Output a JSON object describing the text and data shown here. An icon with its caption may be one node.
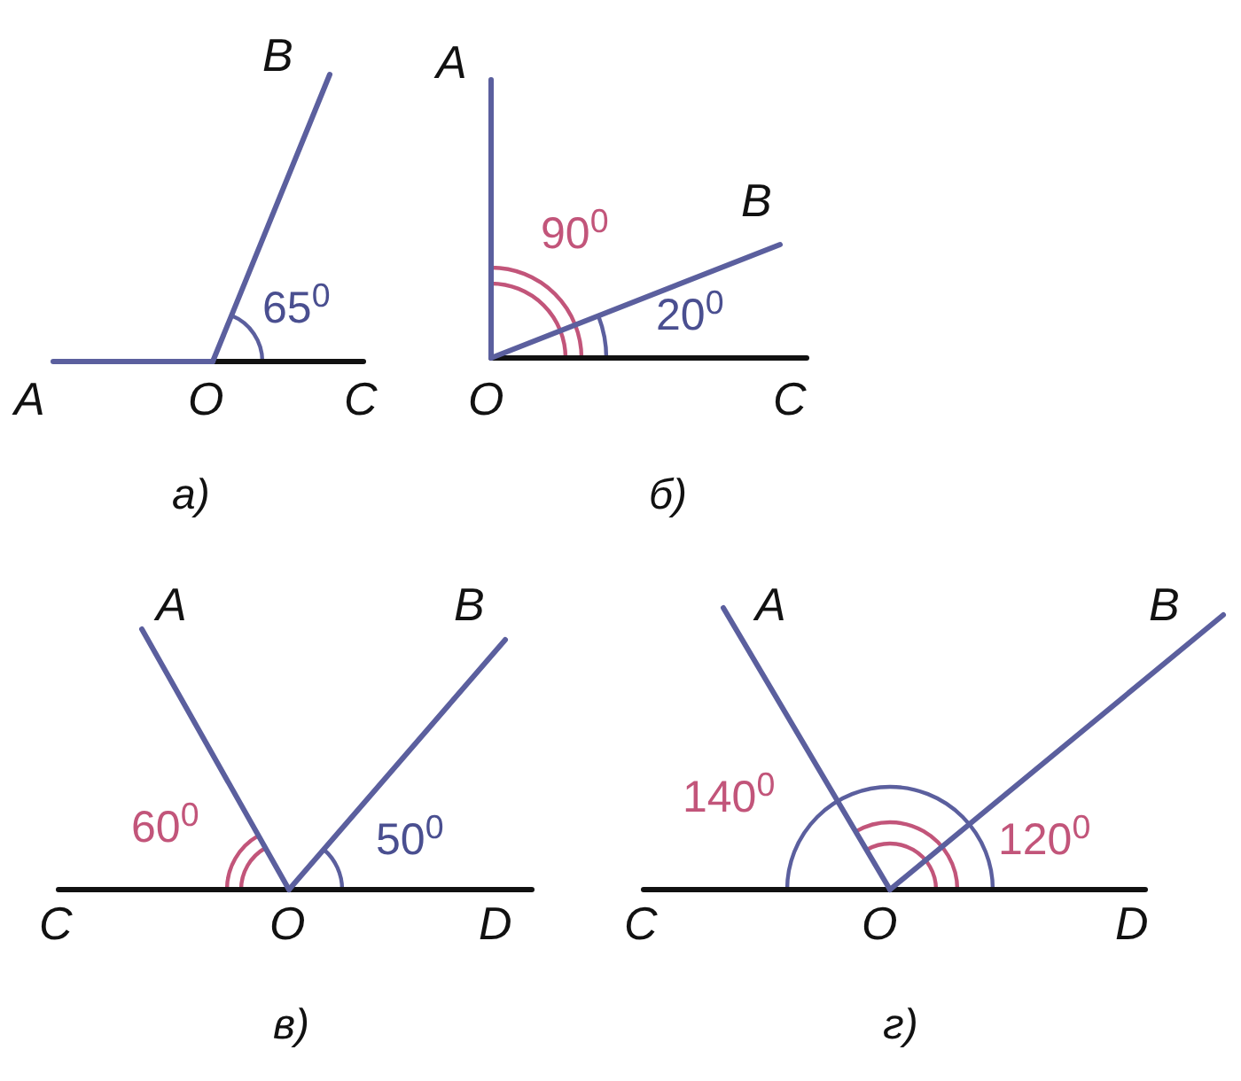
{
  "diagram": {
    "labels": [
      "B",
      "65$^{0}$",
      "A",
      "O",
      "C",
      "а)",
      "A",
      "B",
      "90$^{0}$",
      "20$^{0}$",
      "O",
      "C",
      "б)",
      "A",
      "B",
      "60$^{0}$",
      "50$^{0}$",
      "C",
      "O",
      "D",
      "в)",
      "A",
      "B",
      "140$^{0}$",
      "120$^{0}$",
      "C",
      "O",
      "D",
      "г)"
    ]
  }
}
